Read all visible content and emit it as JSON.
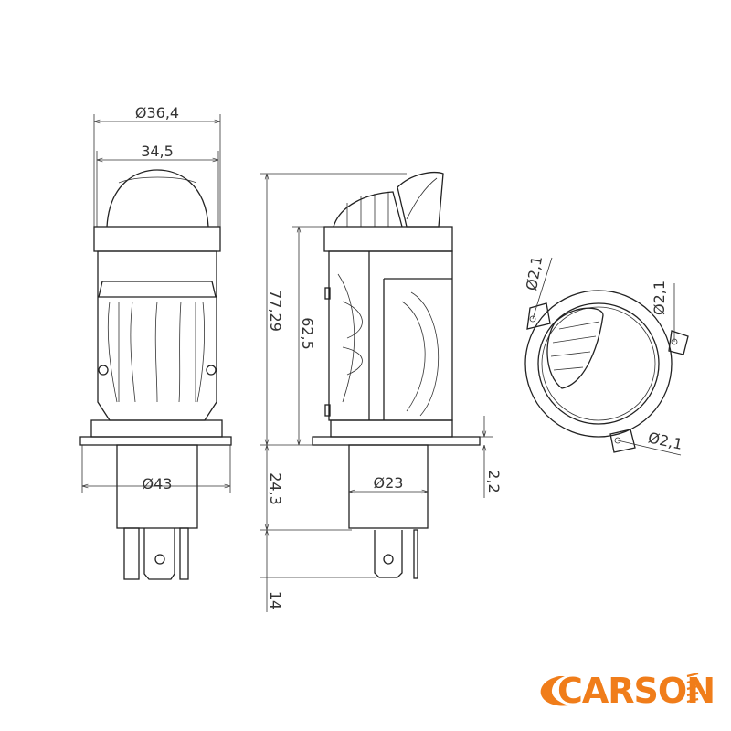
{
  "views": {
    "front": {
      "dimensions": {
        "outer_diameter": "Ø36,4",
        "lens_width": "34,5",
        "flange_diameter": "Ø43"
      }
    },
    "side": {
      "dimensions": {
        "total_height": "77,29",
        "body_height": "62,5",
        "base_height": "24,3",
        "pin_length": "14",
        "base_diameter": "Ø23",
        "flange_thickness": "2,2"
      }
    },
    "bottom": {
      "dimensions": {
        "hole_1": "Ø2,1",
        "hole_2": "Ø2,1",
        "hole_3": "Ø2,1"
      }
    }
  },
  "brand": {
    "logo_text": "CARSON",
    "color": "#f07d1a"
  }
}
